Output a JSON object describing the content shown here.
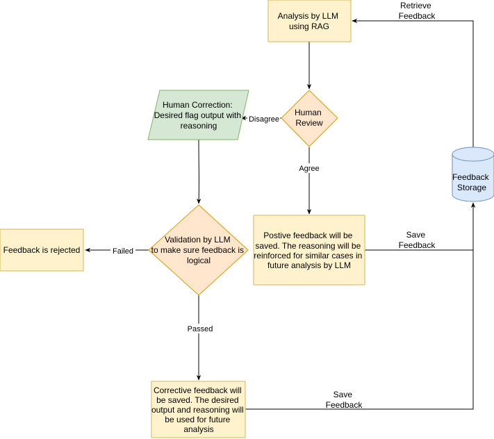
{
  "colors": {
    "process_fill": "#fff2cc",
    "process_stroke": "#d6b656",
    "decision_fill": "#ffe6cc",
    "decision_stroke": "#d79b00",
    "human_fill": "#d5e8d4",
    "human_stroke": "#82b366",
    "storage_fill": "#dae8fc",
    "storage_stroke": "#6c8ebf",
    "line": "#000000"
  },
  "nodes": {
    "analysis": {
      "lines": [
        "Analysis by LLM",
        "using RAG"
      ]
    },
    "human_review": {
      "lines": [
        "Human",
        "Review"
      ]
    },
    "human_correction": {
      "lines": [
        "Human Correction:",
        "Desired flag output with",
        "reasoning"
      ]
    },
    "validation": {
      "lines": [
        "Validation by LLM",
        "to make sure feedback is",
        "logical"
      ]
    },
    "rejected": {
      "lines": [
        "Feedback is rejected"
      ]
    },
    "positive_feedback": {
      "lines": [
        "Postive feedback will be",
        "saved. The reasoning will be",
        "reinforced for similar cases in",
        "future analysis by LLM"
      ]
    },
    "corrective_feedback": {
      "lines": [
        "Corrective feedback will",
        "be saved. The desired",
        "output and reasoning will",
        "be used for future",
        "analysis"
      ]
    },
    "storage": {
      "lines": [
        "Feedback",
        "Storage"
      ]
    }
  },
  "edges": {
    "disagree": "Disagree",
    "agree": "Agree",
    "failed": "Failed",
    "passed": "Passed",
    "retrieve": [
      "Retrieve",
      "Feedback"
    ],
    "save_positive": [
      "Save",
      "Feedback"
    ],
    "save_corrective": [
      "Save",
      "Feedback"
    ]
  }
}
